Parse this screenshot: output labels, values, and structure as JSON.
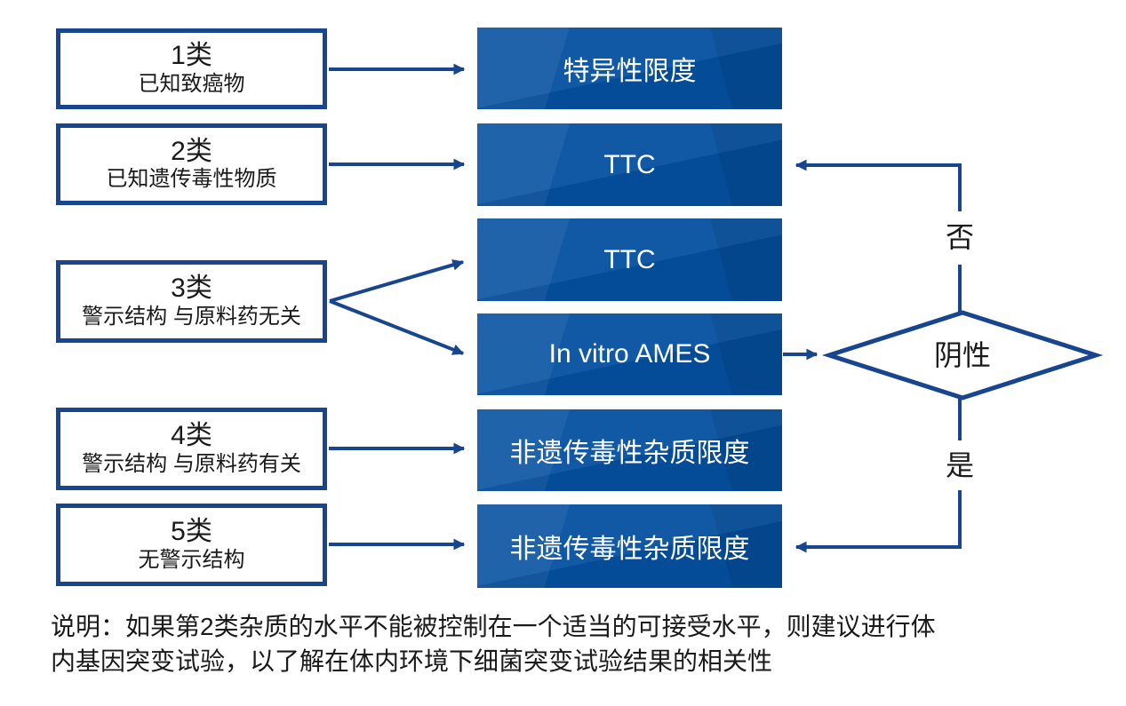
{
  "colors": {
    "box_fill_blue": "#0450a0",
    "line_blue": "#17458f",
    "box_text_white": "#ffffff",
    "text_dark": "#1a1a1a"
  },
  "left_boxes": [
    {
      "title": "1类",
      "subtitle": "已知致癌物"
    },
    {
      "title": "2类",
      "subtitle": "已知遗传毒性物质"
    },
    {
      "title": "3类",
      "subtitle": "警示结构 与原料药无关"
    },
    {
      "title": "4类",
      "subtitle": "警示结构 与原料药有关"
    },
    {
      "title": "5类",
      "subtitle": "无警示结构"
    }
  ],
  "right_boxes": [
    {
      "label": "特异性限度"
    },
    {
      "label": "TTC"
    },
    {
      "label": "TTC"
    },
    {
      "label": "In vitro AMES"
    },
    {
      "label": "非遗传毒性杂质限度"
    },
    {
      "label": "非遗传毒性杂质限度"
    }
  ],
  "decision": {
    "label": "阴性",
    "no_label": "否",
    "yes_label": "是"
  },
  "note": {
    "line1": "说明：如果第2类杂质的水平不能被控制在一个适当的可接受水平，则建议进行体",
    "line2": "内基因突变试验，以了解在体内环境下细菌突变试验结果的相关性"
  }
}
